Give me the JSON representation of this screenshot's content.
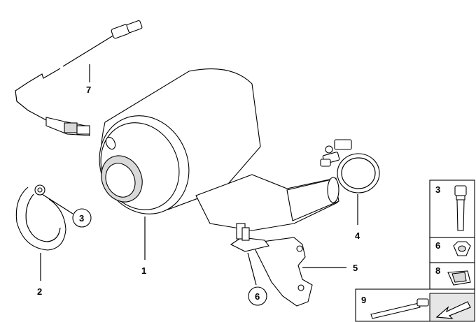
{
  "callouts": {
    "c1": "1",
    "c2": "2",
    "c3": "3",
    "c4": "4",
    "c5": "5",
    "c6": "6",
    "c7": "7"
  },
  "legend": {
    "r3": "3",
    "r6": "6",
    "r8": "8",
    "r9": "9"
  },
  "colors": {
    "line": "#000000",
    "shade": "#d9d9d9",
    "panel": "#e6e6e6"
  }
}
